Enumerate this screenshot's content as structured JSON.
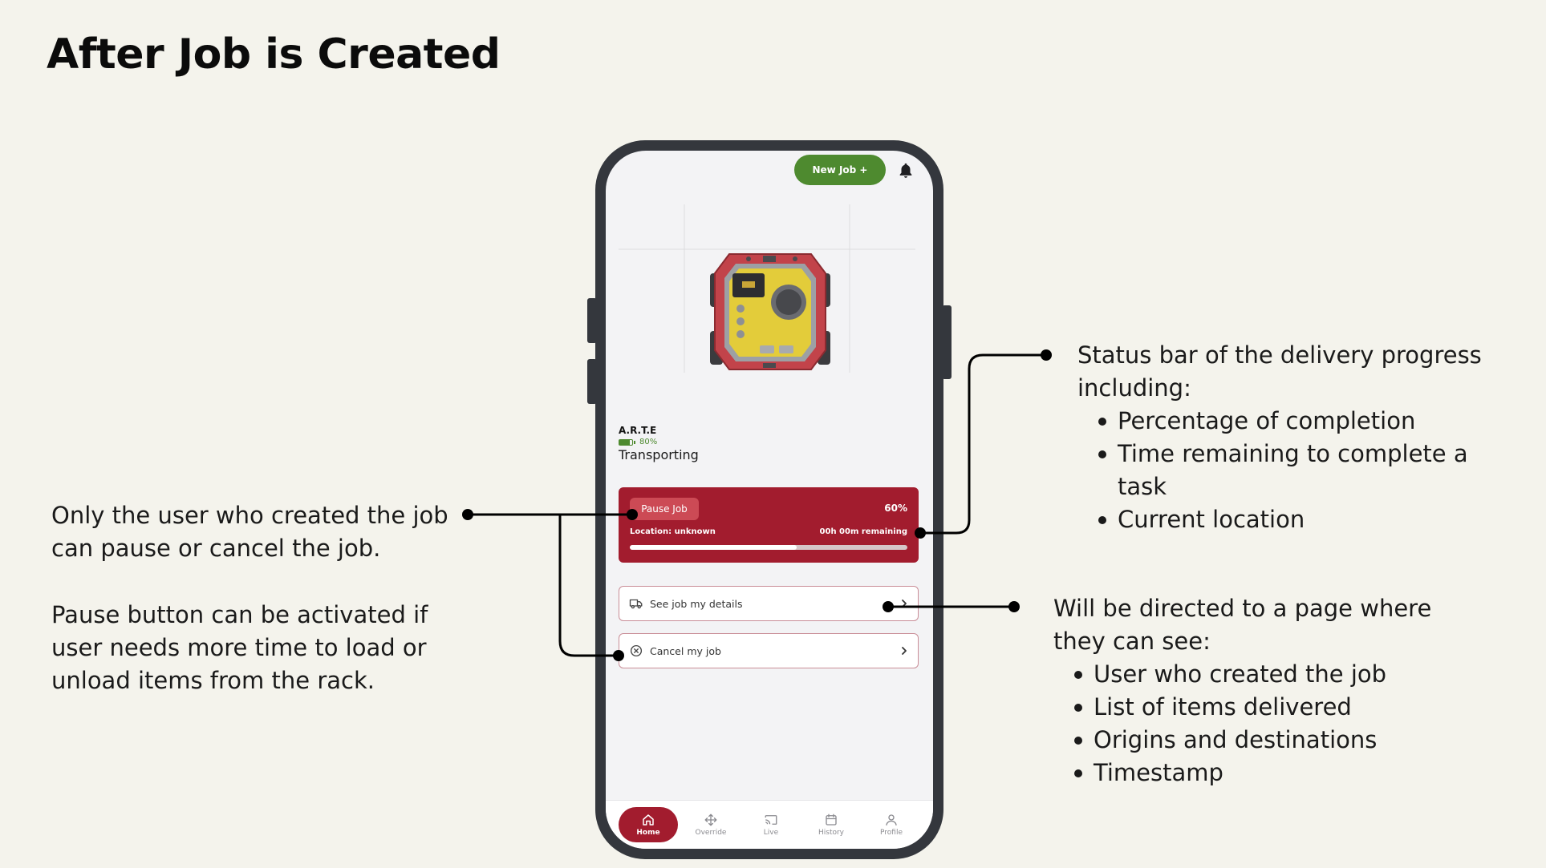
{
  "slide": {
    "title": "After Job is Created"
  },
  "notes": {
    "left": {
      "paragraph1": "Only the user who created the job can pause or cancel the job.",
      "paragraph2": "Pause button can be activated if user needs more time to load or unload items from the rack."
    },
    "right_top": {
      "intro": "Status bar of the delivery progress including:",
      "bullets": [
        "Percentage of completion",
        "Time remaining to complete a task",
        "Current location"
      ]
    },
    "right_bottom": {
      "intro": "Will be directed to a page where they can see:",
      "bullets": [
        "User who created the job",
        "List of items delivered",
        "Origins and destinations",
        "Timestamp"
      ]
    }
  },
  "app": {
    "header": {
      "new_job_label": "New Job +",
      "bell_icon": "bell-icon"
    },
    "robot": {
      "name": "A.R.T.E",
      "battery_text": "80%",
      "battery_level": 0.8,
      "status": "Transporting"
    },
    "job_status": {
      "pause_label": "Pause Job",
      "percent_text": "60%",
      "progress": 0.6,
      "location": "Location: unknown",
      "remaining": "00h 00m remaining"
    },
    "actions": {
      "details_label": "See job my details",
      "details_icon": "truck-icon",
      "cancel_label": "Cancel my job",
      "cancel_icon": "close-circle-icon"
    },
    "nav": {
      "items": [
        {
          "label": "Home",
          "icon": "home-icon",
          "active": true
        },
        {
          "label": "Override",
          "icon": "move-icon",
          "active": false
        },
        {
          "label": "Live",
          "icon": "cast-icon",
          "active": false
        },
        {
          "label": "History",
          "icon": "calendar-icon",
          "active": false
        },
        {
          "label": "Profile",
          "icon": "user-icon",
          "active": false
        }
      ]
    },
    "colors": {
      "primary_red": "#a21c2e",
      "brand_green": "#4e8a2f",
      "background": "#f4f3ec"
    }
  }
}
